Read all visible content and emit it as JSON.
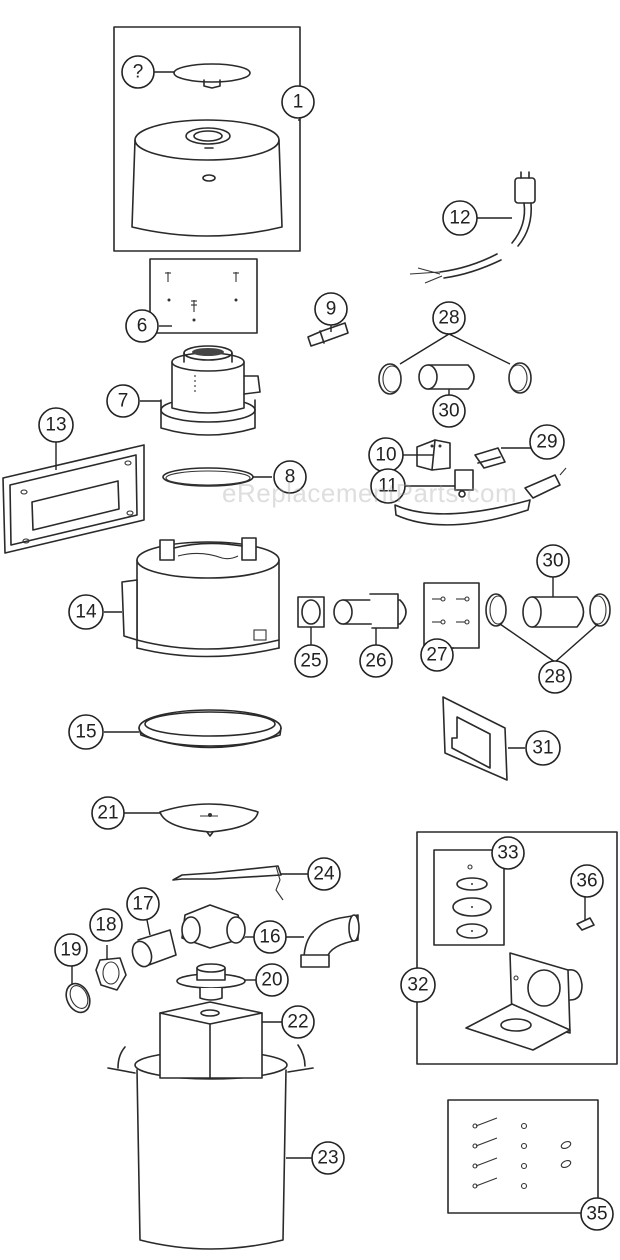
{
  "diagram": {
    "type": "exploded-parts-diagram",
    "subject": "garbage disposer",
    "watermark": "eReplacementParts.com",
    "callouts": [
      {
        "id": "c1",
        "label": "1"
      },
      {
        "id": "c2",
        "label": "?"
      },
      {
        "id": "c6",
        "label": "6"
      },
      {
        "id": "c7",
        "label": "7"
      },
      {
        "id": "c8",
        "label": "8"
      },
      {
        "id": "c9",
        "label": "9"
      },
      {
        "id": "c10",
        "label": "10"
      },
      {
        "id": "c11",
        "label": "11"
      },
      {
        "id": "c12",
        "label": "12"
      },
      {
        "id": "c13",
        "label": "13"
      },
      {
        "id": "c14",
        "label": "14"
      },
      {
        "id": "c15",
        "label": "15"
      },
      {
        "id": "c16",
        "label": "16"
      },
      {
        "id": "c17",
        "label": "17"
      },
      {
        "id": "c18",
        "label": "18"
      },
      {
        "id": "c19",
        "label": "19"
      },
      {
        "id": "c20",
        "label": "20"
      },
      {
        "id": "c21",
        "label": "21"
      },
      {
        "id": "c22",
        "label": "22"
      },
      {
        "id": "c23",
        "label": "23"
      },
      {
        "id": "c24",
        "label": "24"
      },
      {
        "id": "c25",
        "label": "25"
      },
      {
        "id": "c26",
        "label": "26"
      },
      {
        "id": "c27",
        "label": "27"
      },
      {
        "id": "c28a",
        "label": "28"
      },
      {
        "id": "c28b",
        "label": "28"
      },
      {
        "id": "c29",
        "label": "29"
      },
      {
        "id": "c30a",
        "label": "30"
      },
      {
        "id": "c30b",
        "label": "30"
      },
      {
        "id": "c31",
        "label": "31"
      },
      {
        "id": "c32",
        "label": "32"
      },
      {
        "id": "c33",
        "label": "33"
      },
      {
        "id": "c35",
        "label": "35"
      },
      {
        "id": "c36",
        "label": "36"
      }
    ]
  }
}
